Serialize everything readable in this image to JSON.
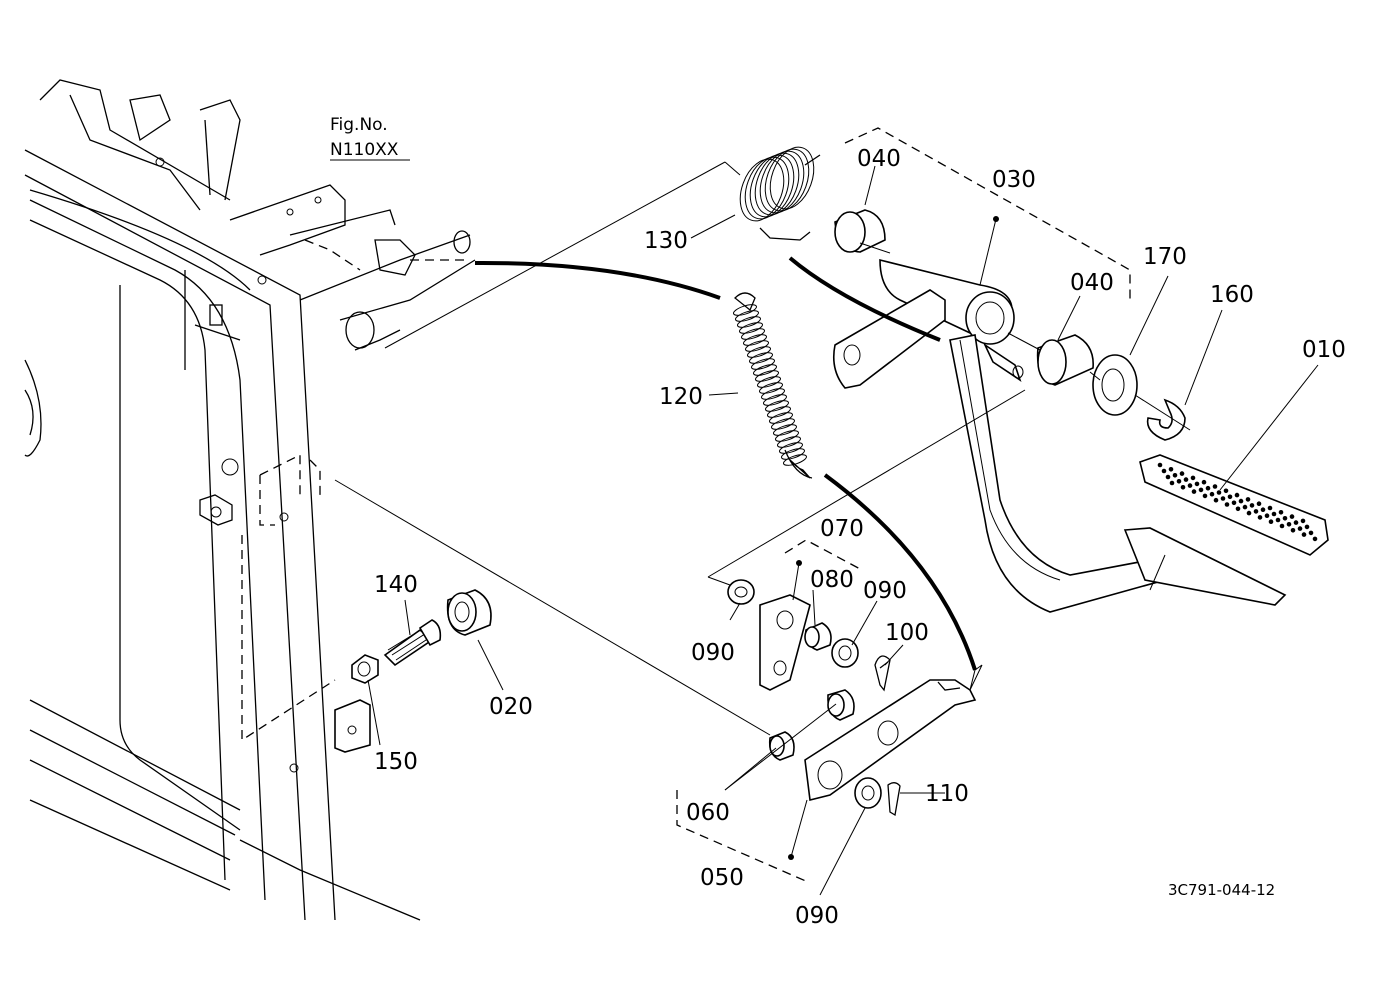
{
  "figure": {
    "ref_label": "Fig.No.",
    "ref_number": "N110XX",
    "drawing_code": "3C791-044-12"
  },
  "callouts": [
    "010",
    "020",
    "030",
    "040",
    "040",
    "050",
    "060",
    "070",
    "080",
    "090",
    "090",
    "090",
    "100",
    "110",
    "120",
    "130",
    "140",
    "150",
    "160",
    "170"
  ]
}
